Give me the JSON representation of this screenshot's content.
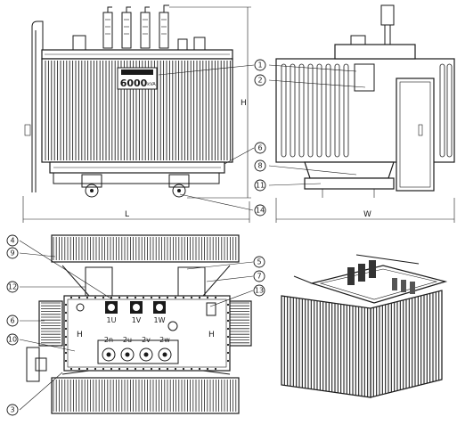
{
  "front_view": {
    "nameplate_rating": "6000",
    "nameplate_unit": "kVA",
    "dim_width": "L",
    "dim_height": "H"
  },
  "side_view": {
    "dim_width": "W"
  },
  "top_view": {
    "hv_terminals": [
      "1U",
      "1V",
      "1W"
    ],
    "lv_terminals": [
      "2n",
      "2u",
      "2v",
      "2w"
    ],
    "side_mark_left": "H",
    "side_mark_right": "H"
  },
  "callouts": {
    "c1": "1",
    "c2": "2",
    "c6a": "6",
    "c8": "8",
    "c11": "11",
    "c14": "14",
    "c4": "4",
    "c9": "9",
    "c12": "12",
    "c6b": "6",
    "c10": "10",
    "c3": "3",
    "c5": "5",
    "c7": "7",
    "c13": "13"
  }
}
